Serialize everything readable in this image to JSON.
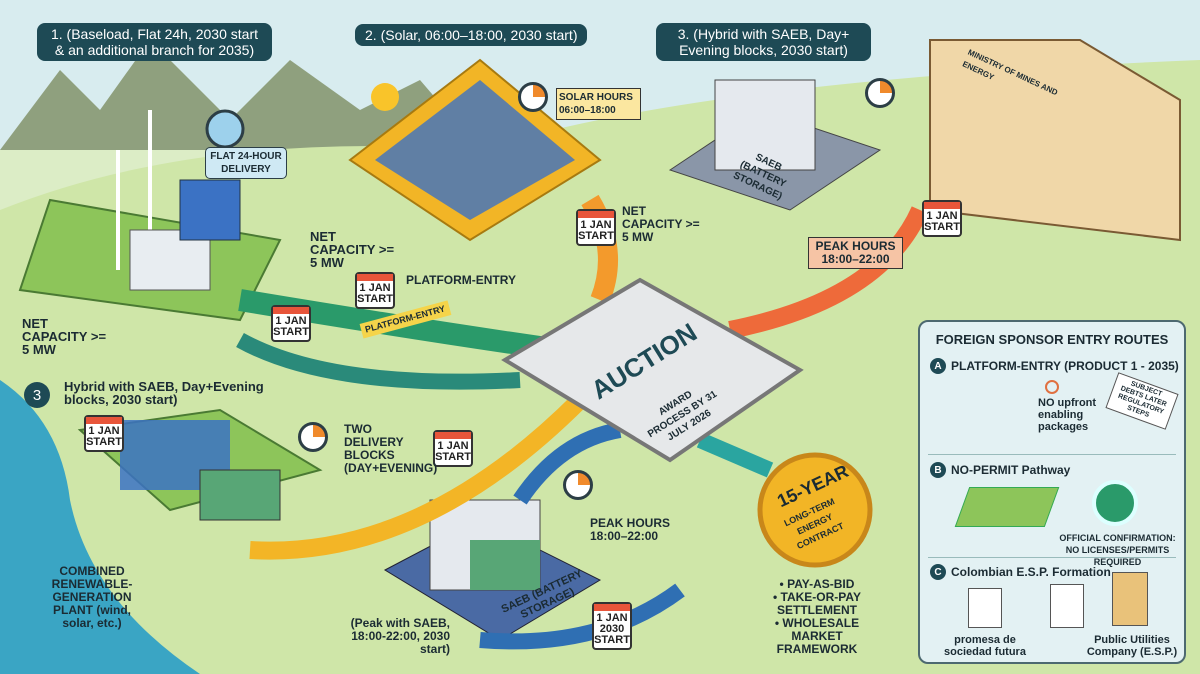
{
  "titles": {
    "product1": "1. (Baseload, Flat 24h, 2030 start & an additional branch for 2035)",
    "product2": "2. (Solar, 06:00–18:00, 2030 start)",
    "product3": "3. (Hybrid with SAEB, Day+ Evening blocks, 2030 start)"
  },
  "left": {
    "flat_delivery": "FLAT 24-HOUR DELIVERY",
    "net_capacity_a": "NET CAPACITY >= 5 MW",
    "net_capacity_b": "NET CAPACITY >= 5 MW",
    "platform_entry": "PLATFORM-ENTRY",
    "platform_sign": "PLATFORM-ENTRY",
    "hybrid_badge": "3",
    "hybrid_title": "Hybrid with SAEB, Day+Evening blocks, 2030 start)",
    "two_blocks": "TWO DELIVERY BLOCKS (DAY+EVENING)",
    "combined_plant": "COMBINED RENEWABLE-GENERATION PLANT (wind, solar, etc.)",
    "peak_caption": "(Peak with SAEB, 18:00-22:00, 2030 start)"
  },
  "solar": {
    "hours": "SOLAR HOURS 06:00–18:00",
    "net_capacity": "NET CAPACITY >= 5 MW"
  },
  "storage_top": {
    "label": "SAEB (BATTERY STORAGE)",
    "peak": "PEAK HOURS 18:00–22:00"
  },
  "storage_bottom": {
    "label": "SAEB (BATTERY STORAGE)",
    "peak": "PEAK HOURS 18:00–22:00"
  },
  "ministry": "MINISTRY OF MINES AND ENERGY",
  "calendar": {
    "line1": "1 JAN",
    "line2": "START",
    "year": "2030"
  },
  "auction": {
    "title": "AUCTION",
    "subtitle": "AWARD PROCESS BY 31 JULY 2026"
  },
  "contract": {
    "seal_big": "15-YEAR",
    "seal_small": "LONG-TERM ENERGY CONTRACT",
    "bullets": [
      "• PAY-AS-BID",
      "• TAKE-OR-PAY SETTLEMENT",
      "• WHOLESALE MARKET FRAMEWORK"
    ]
  },
  "panel": {
    "title": "FOREIGN SPONSOR ENTRY ROUTES",
    "routes": [
      {
        "badge": "A",
        "title": "PLATFORM-ENTRY (PRODUCT 1 - 2035)",
        "note": "NO upfront enabling packages",
        "sign": "SUBJECT DEBTS LATER REGULATORY STEPS"
      },
      {
        "badge": "B",
        "title": "NO-PERMIT Pathway",
        "note": "OFFICIAL CONFIRMATION: NO LICENSES/PERMITS REQUIRED"
      },
      {
        "badge": "C",
        "title": "Colombian E.S.P. Formation",
        "step1": "promesa de sociedad futura",
        "step2": "Public Utilities Company (E.S.P.)"
      }
    ]
  },
  "colors": {
    "dark": "#1e4a55",
    "green": "#2a9a6a",
    "orange": "#f39a2c",
    "red": "#ee6a3a",
    "blue": "#2f6fb3",
    "gold": "#f2b526"
  }
}
